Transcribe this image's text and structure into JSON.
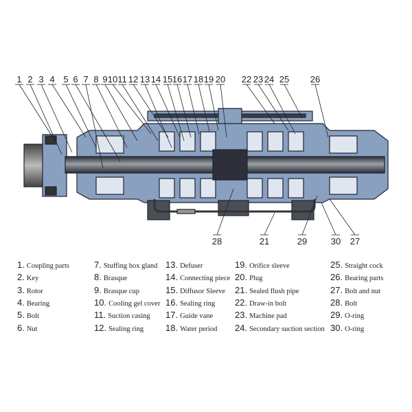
{
  "diagram": {
    "top_callouts": [
      "1",
      "2",
      "3",
      "4",
      "5",
      "6",
      "7",
      "8",
      "9",
      "10",
      "11",
      "12",
      "13",
      "14",
      "15",
      "16",
      "17",
      "18",
      "19",
      "20",
      "22",
      "23",
      "24",
      "25",
      "26"
    ],
    "bottom_callouts": [
      "28",
      "21",
      "29",
      "30",
      "27"
    ]
  },
  "legend": [
    {
      "num": "1.",
      "label": "Coupling parts"
    },
    {
      "num": "2.",
      "label": "Key"
    },
    {
      "num": "3.",
      "label": "Rotor"
    },
    {
      "num": "4.",
      "label": "Bearing"
    },
    {
      "num": "5.",
      "label": "Bolt"
    },
    {
      "num": "6.",
      "label": "Nut"
    },
    {
      "num": "7.",
      "label": "Stuffing box gland"
    },
    {
      "num": "8.",
      "label": "Brasque"
    },
    {
      "num": "9.",
      "label": "Brasque cup"
    },
    {
      "num": "10.",
      "label": "Cooling gel cover"
    },
    {
      "num": "11.",
      "label": "Suction casing"
    },
    {
      "num": "12.",
      "label": "Sealing ring"
    },
    {
      "num": "13.",
      "label": "Defuser"
    },
    {
      "num": "14.",
      "label": "Connecting piece"
    },
    {
      "num": "15.",
      "label": "Diffusor Sleeve"
    },
    {
      "num": "16.",
      "label": "Sealing ring"
    },
    {
      "num": "17.",
      "label": "Guide vane"
    },
    {
      "num": "18.",
      "label": "Water period"
    },
    {
      "num": "19.",
      "label": "Orifice sleeve"
    },
    {
      "num": "20.",
      "label": "Plug"
    },
    {
      "num": "21.",
      "label": "Sealed flush pipe"
    },
    {
      "num": "22.",
      "label": "Draw-in bolt"
    },
    {
      "num": "23.",
      "label": "Machine pad"
    },
    {
      "num": "24.",
      "label": "Secondary suction section"
    },
    {
      "num": "25.",
      "label": "Straight cock"
    },
    {
      "num": "26.",
      "label": "Bearing parts"
    },
    {
      "num": "27.",
      "label": "Bolt and nut"
    },
    {
      "num": "28.",
      "label": "Bolt"
    },
    {
      "num": "29.",
      "label": "O-ring"
    },
    {
      "num": "30.",
      "label": "O-ring"
    }
  ]
}
